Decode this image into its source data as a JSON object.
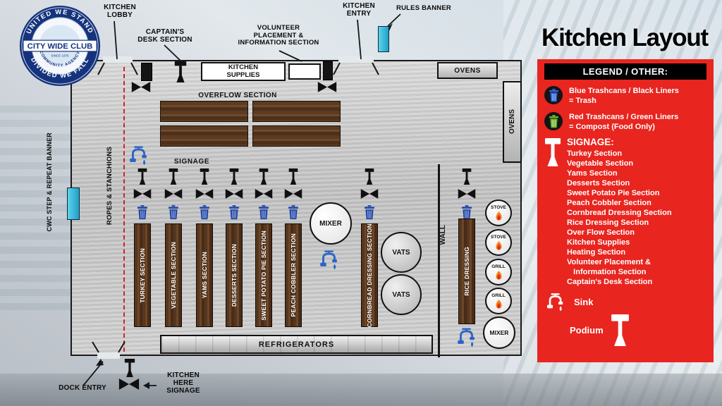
{
  "title": "Kitchen Layout",
  "logo": {
    "arc_top": "UNITED WE STAND",
    "name": "CITY WIDE CLUB",
    "arc_bottom": "DIVIDED WE FALL",
    "community": "COMMUNITY AGENCY",
    "since": "SINCE 1975"
  },
  "callouts": {
    "kitchen_lobby": "KITCHEN\nLOBBY",
    "captains_desk": "CAPTAIN'S\nDESK SECTION",
    "volunteer": "VOLUNTEER\nPLACEMENT &\nINFORMATION SECTION",
    "kitchen_entry": "KITCHEN\nENTRY",
    "rules_banner": "RULES BANNER",
    "cwc_banner": "CWC STEP & REPEAT BANNER",
    "ropes": "ROPES & STANCHIONS",
    "dock_entry": "DOCK ENTRY",
    "kitchen_here": "KITCHEN\nHERE\nSIGNAGE"
  },
  "floor": {
    "kitchen_supplies": "KITCHEN\nSUPPLIES",
    "overflow": "OVERFLOW SECTION",
    "ovens": "OVENS",
    "signage": "SIGNAGE",
    "wall": "WALL",
    "refrigerators": "REFRIGERATORS",
    "sections": [
      "TURKEY SECTION",
      "VEGETABLE SECTION",
      "YAMS SECTION",
      "DESSERTS SECTION",
      "SWEET POTATO PIE SECTION",
      "PEACH COBBLER SECTION",
      "CORNBREAD DRESSING SECTION",
      "RICE DRESSING"
    ],
    "equipment": {
      "mixer": "MIXER",
      "vats": "VATS",
      "stove": "STOVE",
      "grill": "GRILL"
    }
  },
  "legend": {
    "header": "LEGEND / OTHER:",
    "trash_blue_text": "Blue Trashcans / Black Liners\n= Trash",
    "trash_green_text": "Red Trashcans / Green Liners\n= Compost (Food Only)",
    "signage_header": "SIGNAGE:",
    "signage_items": [
      "Turkey Section",
      "Vegetable Section",
      "Yams Section",
      "Desserts Section",
      "Sweet Potato Pie Section",
      "Peach Cobbler Section",
      "Cornbread Dressing Section",
      "Rice Dressing Section",
      "Over Flow Section",
      "Kitchen Supplies",
      "Heating Section",
      "Volunteer Placement &\n   Information Section",
      "Captain's Desk Section"
    ],
    "sink": "Sink",
    "podium": "Podium"
  },
  "colors": {
    "legend_panel_red": "#e8251f",
    "banner_cyan": "#36bfe0",
    "trash_blue": "#2247a8",
    "compost_green": "#6fb52c",
    "rope_line_red": "#d42027",
    "flame_orange": "#f5821f"
  }
}
